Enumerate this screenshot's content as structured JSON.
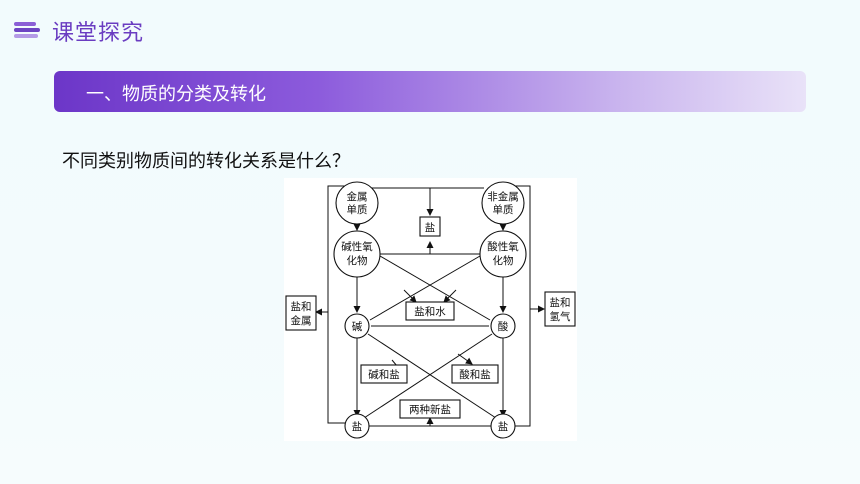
{
  "header": {
    "title": "课堂探究",
    "logo_icon": "stacked-books-icon"
  },
  "section": {
    "title": "一、物质的分类及转化"
  },
  "question": "不同类别物质间的转化关系是什么？",
  "diagram": {
    "circles": {
      "metal": [
        "金属",
        "单质"
      ],
      "nonmetal": [
        "非金属",
        "单质"
      ],
      "basic_oxide": [
        "碱性氧",
        "化物"
      ],
      "acidic_oxide": [
        "酸性氧",
        "化物"
      ],
      "base": "碱",
      "acid": "酸",
      "salt_left": "盐",
      "salt_right": "盐"
    },
    "boxes": {
      "salt_top": "盐",
      "salt_water": "盐和水",
      "salt_metal": [
        "盐和",
        "金属"
      ],
      "salt_hydrogen": [
        "盐和",
        "氢气"
      ],
      "base_salt": "碱和盐",
      "acid_salt": "酸和盐",
      "two_salts": "两种新盐"
    }
  },
  "colors": {
    "accent": "#6a3cc1",
    "bar_start": "#6c36c8",
    "bar_end": "#e9e2f8"
  }
}
